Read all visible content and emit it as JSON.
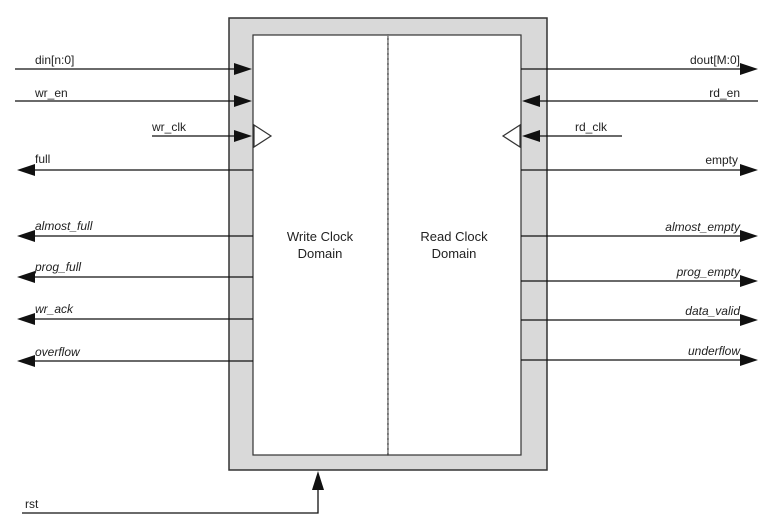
{
  "write_domain": {
    "line1": "Write Clock",
    "line2": "Domain"
  },
  "read_domain": {
    "line1": "Read Clock",
    "line2": "Domain"
  },
  "signals": {
    "din": "din[n:0]",
    "wr_en": "wr_en",
    "wr_clk": "wr_clk",
    "full": "full",
    "almost_full": "almost_full",
    "prog_full": "prog_full",
    "wr_ack": "wr_ack",
    "overflow": "overflow",
    "dout": "dout[M:0]",
    "rd_en": "rd_en",
    "rd_clk": "rd_clk",
    "empty": "empty",
    "almost_empty": "almost_empty",
    "prog_empty": "prog_empty",
    "data_valid": "data_valid",
    "underflow": "underflow",
    "rst": "rst"
  },
  "colors": {
    "frame_fill": "#d9d9d9",
    "domain_fill": "#ffffff",
    "line": "#111111",
    "divider": "#888888"
  }
}
